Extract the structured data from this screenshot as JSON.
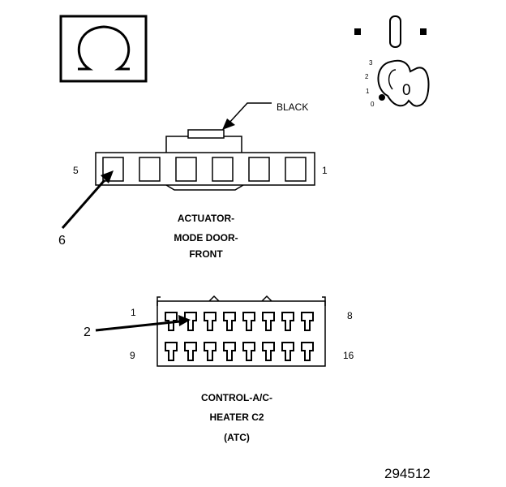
{
  "symbols": {
    "ohm_box_icon": "ohmmeter-symbol-icon",
    "ignition_key_icon": "ignition-switch-key-icon"
  },
  "ignition": {
    "positions": [
      "3",
      "2",
      "1",
      "0"
    ],
    "key_label": "0"
  },
  "connector_top": {
    "wire_color_label": "BLACK",
    "pin_left_label": "5",
    "pin_right_label": "1",
    "callout_number": "6",
    "title_lines": [
      "ACTUATOR-",
      "MODE DOOR-",
      "FRONT"
    ]
  },
  "connector_bottom": {
    "pin_top_left_label": "1",
    "pin_top_right_label": "8",
    "pin_bottom_left_label": "9",
    "pin_bottom_right_label": "16",
    "callout_number": "2",
    "title_lines": [
      "CONTROL-A/C-",
      "HEATER C2",
      "(ATC)"
    ]
  },
  "figure_number": "294512"
}
